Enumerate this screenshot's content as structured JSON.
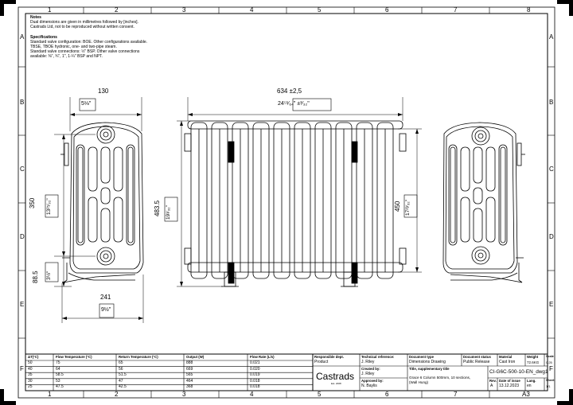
{
  "zones": {
    "columns": [
      "1",
      "2",
      "3",
      "4",
      "5",
      "6",
      "7",
      "8"
    ],
    "rows": [
      "A",
      "B",
      "C",
      "D",
      "E",
      "F"
    ]
  },
  "notes": {
    "heading": "Notes",
    "lines": [
      "Dual dimensions are given in millimetres followed by [inches].",
      "Castrads Ltd, not to be reproduced without written consent."
    ],
    "spec_heading": "Specifications",
    "spec_lines": [
      "Standard valve configuration: BOE. Other configurations available.",
      "TBSE, TBOE hydronic, one- and two-pipe steam.",
      "Standard valve connections: ½\" BSP. Other valve connections",
      "available: ⅜\", ¾\", 1\", 1-¼\" BSP and NPT."
    ]
  },
  "dimensions": {
    "side_depth_mm": "130",
    "side_depth_in": "5⅛\"",
    "front_width_mm": "634 ±2,5",
    "front_width_in": "24⁵¹⁄₆₄\" ±³⁄₃₂\"",
    "side_height_mm": "350",
    "side_height_in": "13²⁵⁄₃₂\"",
    "overall_height_mm": "483.5",
    "overall_height_in": "19¹⁄₃₂\"",
    "centres_mm": "450",
    "centres_in": "17²³⁄₃₂\"",
    "foot_height_mm": "88.5",
    "foot_height_in": "3½\"",
    "bracket_depth_mm": "241",
    "bracket_depth_in": "9½\""
  },
  "performance_table": {
    "headers": [
      "ΔT(°C)",
      "Flow Temperature (°C)",
      "Return Temperature (°C)",
      "Output (W)",
      "Flow Rate (L/s)"
    ],
    "rows": [
      [
        "50",
        "75",
        "65",
        "888",
        "0.021"
      ],
      [
        "40",
        "64",
        "56",
        "669",
        "0.020"
      ],
      [
        "35",
        "58.5",
        "51.5",
        "565",
        "0.019"
      ],
      [
        "30",
        "53",
        "47",
        "464",
        "0.018"
      ],
      [
        "25",
        "47.5",
        "42.5",
        "368",
        "0.018"
      ]
    ]
  },
  "title_block": {
    "responsible_dept_label": "Responsible dept.",
    "responsible_dept": "Product",
    "technical_reference_label": "Technical reference:",
    "technical_reference": "J. Riley",
    "document_type_label": "Document type",
    "document_type": "Dimensions Drawing",
    "document_status_label": "Document status",
    "document_status": "Public Release",
    "material_label": "Material",
    "material": "Cast Iron",
    "weight_label": "Weight",
    "weight": "72.6KG",
    "scale_label": "Scale",
    "scale": "0.25",
    "company": "Castrads",
    "company_tag": "Est. 2008",
    "created_by_label": "Created by:",
    "created_by": "J. Riley",
    "approved_by_label": "Approved by:",
    "approved_by": "N. Baylis",
    "title_label": "Title, supplementary title",
    "title_lines": [
      "Grace 6 Column 500mm, 10 sections,",
      "(Wall Hung)"
    ],
    "drawing_number": "CI-G6C-500-10-EN_dwg1",
    "rev_label": "Rev.",
    "rev": "A",
    "date_label": "Date of issue",
    "date": "13.12.2023",
    "lang_label": "Lang.",
    "lang": "en",
    "sheet_label": "Sheet",
    "sheet": "1/1",
    "sheet_size": "A3"
  }
}
